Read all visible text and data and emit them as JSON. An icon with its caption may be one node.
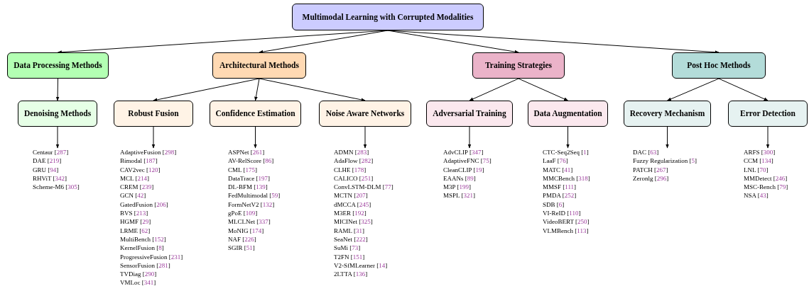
{
  "diagram": {
    "nodes": [
      {
        "text": [
          "Multimodal Learning with Corrupted Modalities"
        ]
      },
      {
        "text": [
          "Data Processing Methods"
        ]
      },
      {
        "text": [
          "Architectural Methods"
        ]
      },
      {
        "text": [
          "Training Strategies"
        ]
      },
      {
        "text": [
          "Post Hoc Methods"
        ]
      },
      {
        "text": [
          "Denoising Methods"
        ]
      },
      {
        "text": [
          "Robust Fusion"
        ]
      },
      {
        "text": [
          "Confidence Estimation"
        ]
      },
      {
        "text": [
          "Noise Aware Networks"
        ]
      },
      {
        "text": [
          "Adversarial Training"
        ]
      },
      {
        "text": [
          "Data Augmentation"
        ]
      },
      {
        "text": [
          "Recovery Mechanism"
        ]
      },
      {
        "text": [
          "Error Detection"
        ]
      },
      {
        "text": [
          "Centaur [287]",
          "DAE [219]",
          "GRU [94]",
          "RHViT [342]",
          "Scheme-M6 [305]"
        ]
      },
      {
        "text": [
          "AdaptiveFusion [298]",
          "Bimodal [187]",
          "CAV2vec [120]",
          "MCL [214]",
          "CREM [239]",
          "GCN [42]",
          "GatedFusion [206]",
          "BVS [213]",
          "HGMF [29]",
          "LRME [62]",
          "MultiBench [152]",
          "KernelFusion [8]",
          "ProgressiveFusion [231]",
          "SensorFusion [281]",
          "TVDiag [290]",
          "VMLoc [341]"
        ]
      },
      {
        "text": [
          "ASPNet [261]",
          "AV-RelScore [86]",
          "CML [175]",
          "DataTrace [197]",
          "DL-BFM [139]",
          "FedMultimodal [59]",
          "FormNetV2 [132]",
          "gPoE [109]",
          "MLCLNet [337]",
          "MoNIG [174]",
          "NAF [226]",
          "SGIR [51]"
        ]
      },
      {
        "text": [
          "ADMN [283]",
          "AdaFlow [282]",
          "CLHE [178]",
          "CALICO [251]",
          "ConvLSTM-DLM [77]",
          "MCTN [207]",
          "dMCCA [245]",
          "M3ER [192]",
          "MICINet [325]",
          "RAML [31]",
          "SeaNet [222]",
          "SuMi [73]",
          "T2FN [151]",
          "V2-SfMLearner [14]",
          "2LTTA [136]"
        ]
      },
      {
        "text": [
          "AdvCLIP [347]",
          "AdaptiveFNC [75]",
          "CleanCLIP [19]",
          "EAANs [89]",
          "M3P [199]",
          "MSPL [321]"
        ]
      },
      {
        "text": [
          "CTC-Seq2Seq [1]",
          "LaaF [76]",
          "MATC [41]",
          "MMCBench [318]",
          "MMSF [111]",
          "PMDA [252]",
          "SDB [6]",
          "VI-ReID [110]",
          "VideoBERT [250]",
          "VLMBench [113]"
        ]
      },
      {
        "text": [
          "DAC [63]",
          "Fuzzy Regularization [5]",
          "PATCH [267]",
          "Zeronlg [296]"
        ]
      },
      {
        "text": [
          "ARFS [300]",
          "CCM [134]",
          "LNL [70]",
          "MMDetect [246]",
          "MSC-Bench [79]",
          "NSA [43]"
        ]
      }
    ],
    "edges": [
      {
        "from": 0,
        "to": 1,
        "arrow": "to"
      },
      {
        "from": 0,
        "to": 2,
        "arrow": "to"
      },
      {
        "from": 0,
        "to": 3,
        "arrow": "to"
      },
      {
        "from": 0,
        "to": 4,
        "arrow": "to"
      },
      {
        "from": 1,
        "to": 5,
        "arrow": "to"
      },
      {
        "from": 2,
        "to": 6,
        "arrow": "to"
      },
      {
        "from": 2,
        "to": 7,
        "arrow": "to"
      },
      {
        "from": 2,
        "to": 8,
        "arrow": "to"
      },
      {
        "from": 3,
        "to": 9,
        "arrow": "to"
      },
      {
        "from": 3,
        "to": 10,
        "arrow": "to"
      },
      {
        "from": 4,
        "to": 11,
        "arrow": "to"
      },
      {
        "from": 4,
        "to": 12,
        "arrow": "to"
      },
      {
        "from": 5,
        "to": 13,
        "arrow": "to"
      },
      {
        "from": 6,
        "to": 14,
        "arrow": "to"
      },
      {
        "from": 7,
        "to": 15,
        "arrow": "to"
      },
      {
        "from": 8,
        "to": 16,
        "arrow": "to"
      },
      {
        "from": 9,
        "to": 17,
        "arrow": "to"
      },
      {
        "from": 10,
        "to": 18,
        "arrow": "to"
      },
      {
        "from": 11,
        "to": 19,
        "arrow": "to"
      },
      {
        "from": 12,
        "to": 20,
        "arrow": "to"
      }
    ]
  }
}
